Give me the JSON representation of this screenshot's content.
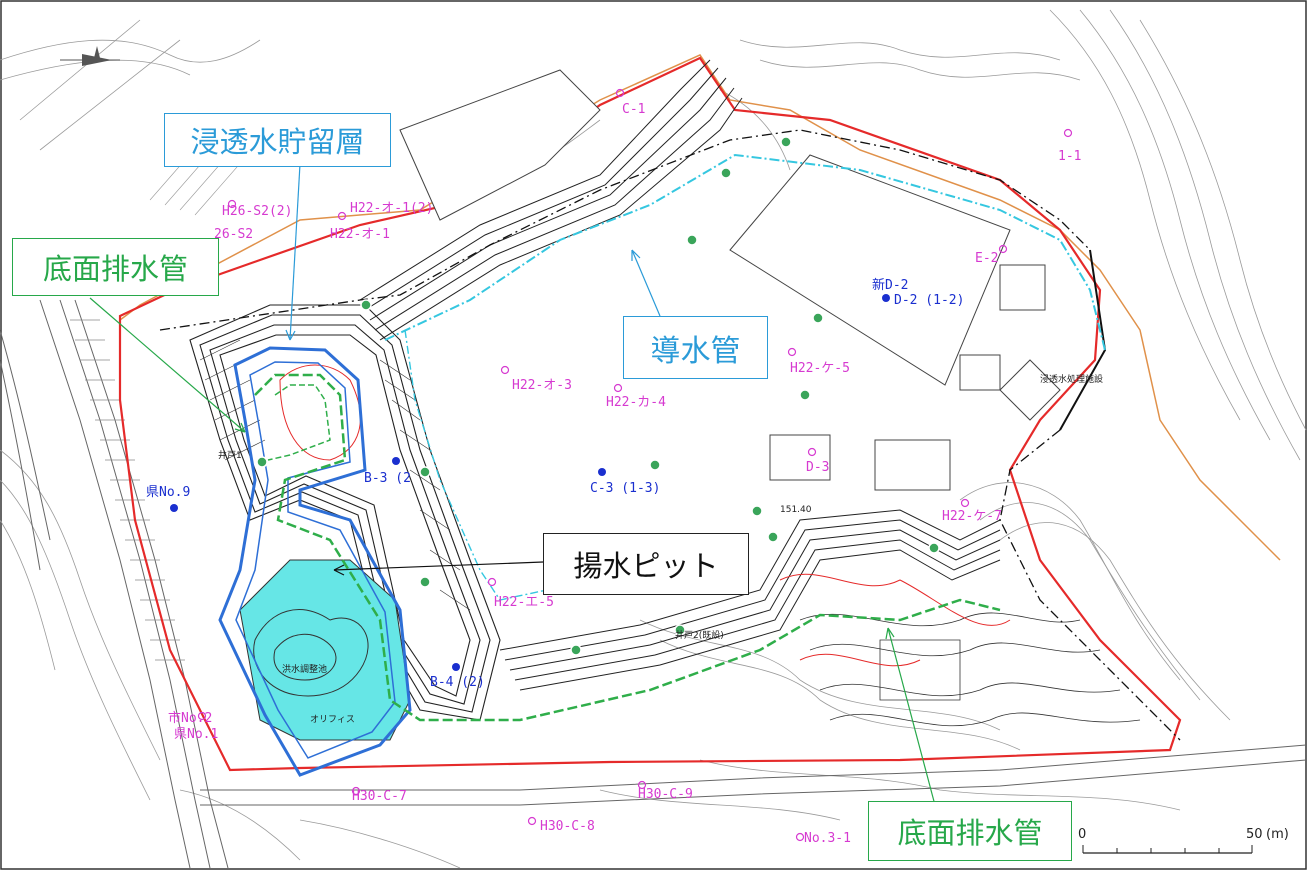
{
  "callouts": {
    "seepage_layer": "浸透水貯留層",
    "bottom_drain_left": "底面排水管",
    "bottom_drain_right": "底面排水管",
    "water_pipe": "導水管",
    "pump_pit": "揚水ピット"
  },
  "wells_magenta": [
    "C-1",
    "1-1",
    "H26-S2(2)",
    "26-S2",
    "H22-オ-1(2)",
    "H22-オ-1",
    "E-2",
    "H22-ケ-5",
    "H22-オ-3",
    "H22-カ-4",
    "D-3",
    "H22-ケ-7",
    "H22-エ-5",
    "H30-C-7",
    "H30-C-9",
    "H30-C-8",
    "No.3-1",
    "市No.2",
    "県No.1"
  ],
  "wells_blue": [
    "新D-2",
    "D-2 (1-2)",
    "C-3 (1-3)",
    "B-3 (2",
    "県No.9",
    "B-4 (2)"
  ],
  "map_text": {
    "orifice": "オリフィス",
    "flood_pond": "洪水調整池",
    "seepage_facility": "浸透水処理施設",
    "well_1": "井戸1",
    "well_2": "井戸2(既設)",
    "lot": "151.40"
  },
  "scale": {
    "start": "0",
    "end": "50",
    "unit": "(m)"
  },
  "colors": {
    "boundary": "#e52a2a",
    "seepage": "#2e6fd6",
    "drain": "#2fae4a",
    "water_pipe": "#35c7e0",
    "pond": "#66e6e6"
  }
}
